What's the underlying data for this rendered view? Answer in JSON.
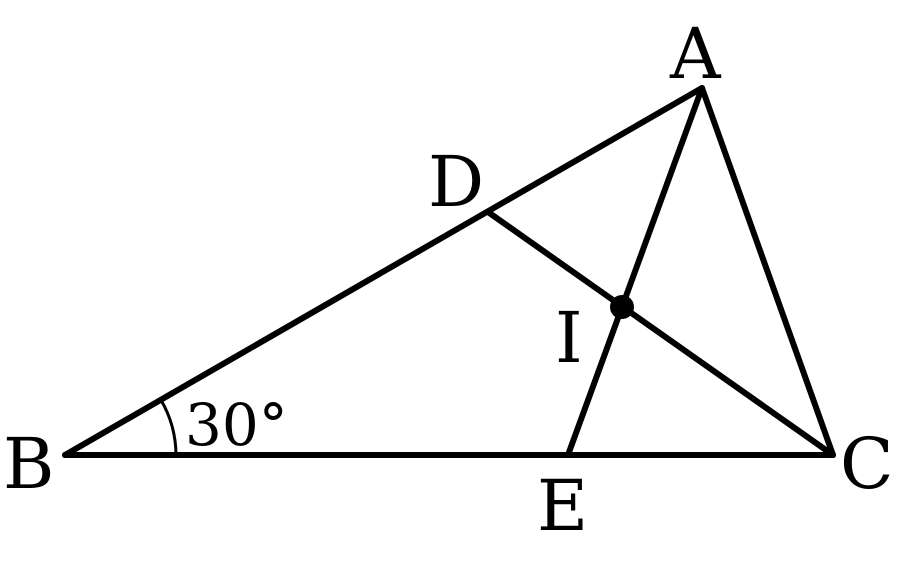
{
  "diagram": {
    "points": {
      "A": {
        "label": "A"
      },
      "B": {
        "label": "B"
      },
      "C": {
        "label": "C"
      },
      "D": {
        "label": "D"
      },
      "E": {
        "label": "E"
      },
      "I": {
        "label": "I"
      }
    },
    "angle_B": {
      "label": "30°"
    },
    "segments": [
      "AB",
      "BC",
      "CA",
      "AE",
      "CD"
    ]
  }
}
